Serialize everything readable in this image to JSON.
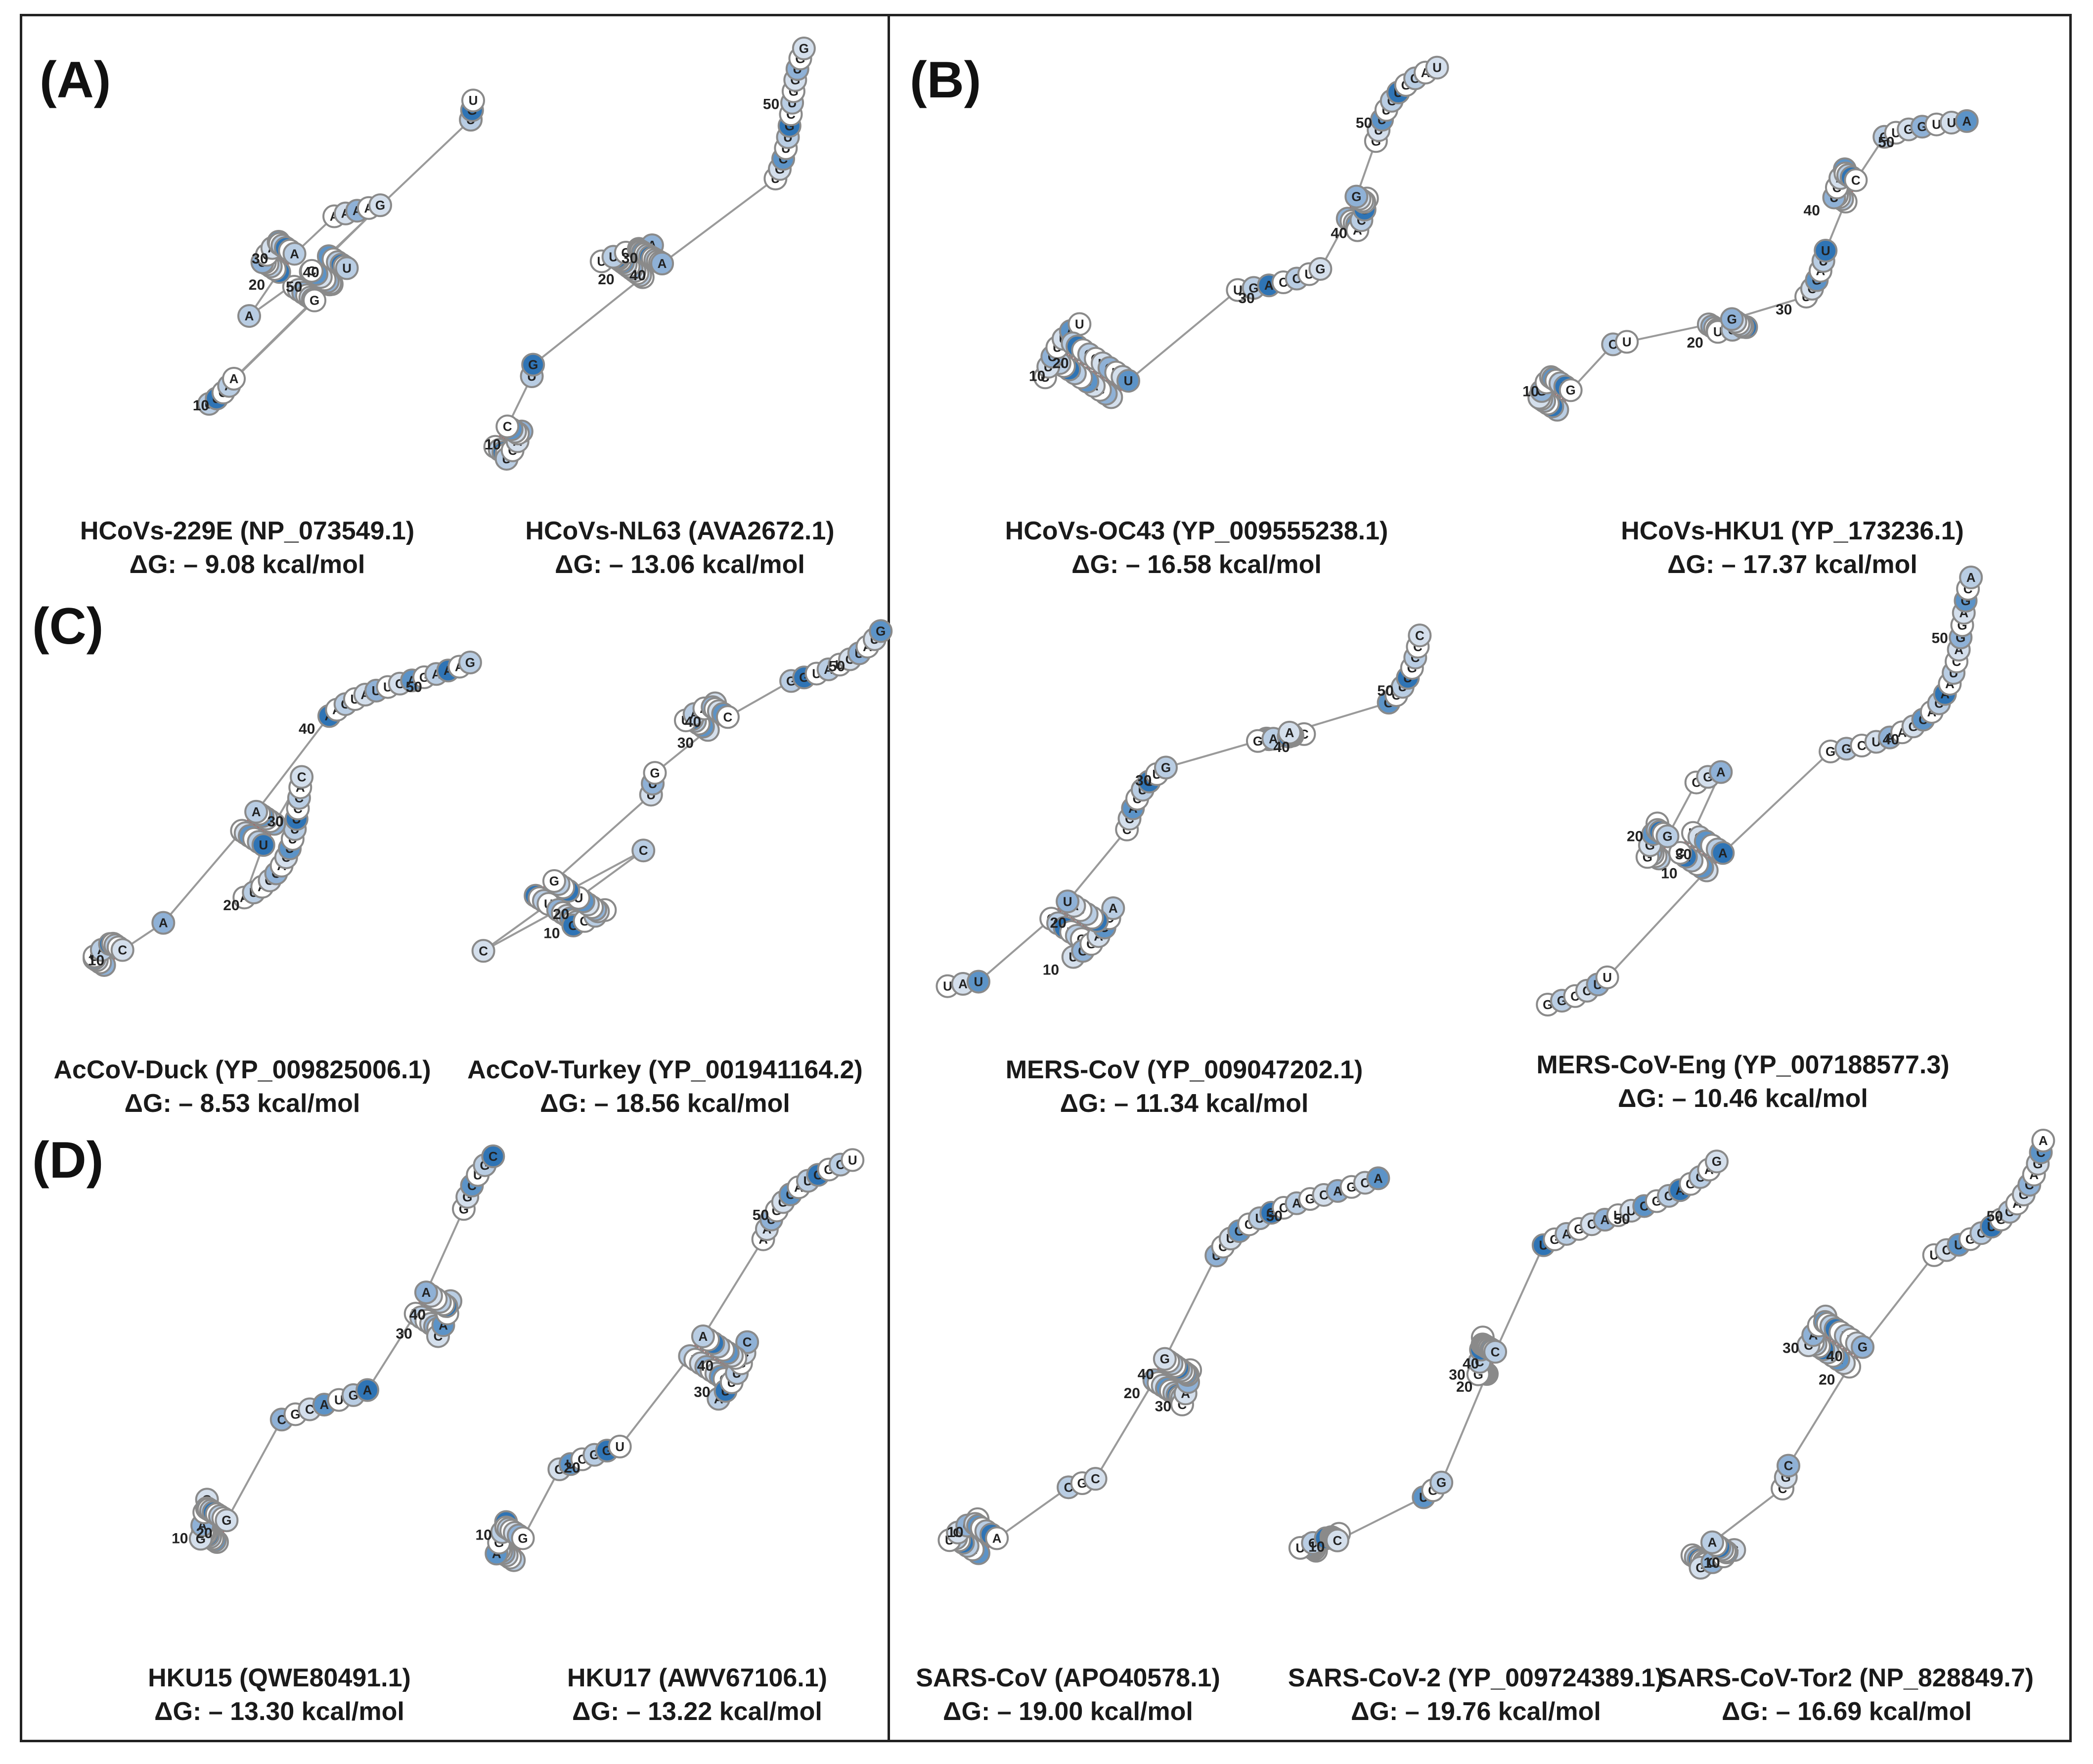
{
  "panels": [
    {
      "id": "A",
      "label": "(A)"
    },
    {
      "id": "B",
      "label": "(B)"
    },
    {
      "id": "C",
      "label": "(C)"
    },
    {
      "id": "D",
      "label": "(D)"
    }
  ],
  "structures": [
    {
      "key": "hcov_229e",
      "name": "HCoVs-229E (NP_073549.1)",
      "dg": "ΔG: – 9.08 kcal/mol"
    },
    {
      "key": "hcov_nl63",
      "name": "HCoVs-NL63 (AVA2672.1)",
      "dg": "ΔG: – 13.06 kcal/mol"
    },
    {
      "key": "hcov_oc43",
      "name": "HCoVs-OC43 (YP_009555238.1)",
      "dg": "ΔG: – 16.58 kcal/mol"
    },
    {
      "key": "hcov_hku1",
      "name": "HCoVs-HKU1 (YP_173236.1)",
      "dg": "ΔG: – 17.37 kcal/mol"
    },
    {
      "key": "accov_duck",
      "name": "AcCoV-Duck (YP_009825006.1)",
      "dg": "ΔG: – 8.53 kcal/mol"
    },
    {
      "key": "accov_turkey",
      "name": "AcCoV-Turkey (YP_001941164.2)",
      "dg": "ΔG: – 18.56 kcal/mol"
    },
    {
      "key": "mers",
      "name": "MERS-CoV (YP_009047202.1)",
      "dg": "ΔG: – 11.34 kcal/mol"
    },
    {
      "key": "mers_eng",
      "name": "MERS-CoV-Eng (YP_007188577.3)",
      "dg": "ΔG: – 10.46 kcal/mol"
    },
    {
      "key": "hku15",
      "name": "HKU15 (QWE80491.1)",
      "dg": "ΔG: – 13.30 kcal/mol"
    },
    {
      "key": "hku17",
      "name": "HKU17 (AWV67106.1)",
      "dg": "ΔG: – 13.22 kcal/mol"
    },
    {
      "key": "sars",
      "name": "SARS-CoV (APO40578.1)",
      "dg": "ΔG: – 19.00 kcal/mol"
    },
    {
      "key": "sars2",
      "name": "SARS-CoV-2 (YP_009724389.1)",
      "dg": "ΔG: – 19.76 kcal/mol"
    },
    {
      "key": "sars_tor2",
      "name": "SARS-CoV-Tor2 (NP_828849.7)",
      "dg": "ΔG: – 16.69 kcal/mol"
    }
  ],
  "nucleotide_colors": [
    "#ffffff",
    "#d4dfec",
    "#b9cde3",
    "#8fb1d6",
    "#5c93c7",
    "#2f74b5"
  ],
  "diagram_data": [
    {
      "key": "hcov_229e",
      "seq": "GUUGUCGUUGAAAUUGCUAUCAGCUUACGGCUAAAAAGAUGGUUGAUUGUCUGU",
      "structure": "(((((((.....((((((.(((((....))))).....)))))))))))))",
      "markers": [
        10,
        20,
        30,
        40,
        50
      ]
    },
    {
      "key": "hcov_nl63",
      "seq": "UAUUUCAUGCGCUGUGAUUACCAAUUUCGAUGUAGCUUUAAUGCUUGCUGGUGG",
      "structure": "((((....))))..(((((((((((.....)))))))))))........",
      "markers": [
        10,
        20,
        30,
        40,
        50
      ]
    },
    {
      "key": "hcov_oc43",
      "seq": "UUGAUUGCUAUUCUUAUCCAGGUCUAUUGACCUGGACAACGGCAUGGUUUCUGGAU",
      "structure": "((((((((((.......)))))))))).......((((....))))",
      "markers": [
        10,
        20,
        30,
        40,
        50
      ]
    },
    {
      "key": "hcov_hku1",
      "seq": "CCAGUUGCUCAUUGCUGGCGUUUAUAUCGUCGAUUUGAAUCAAGGCCGUGGUUA",
      "structure": "((((((..))))))..(((((...)))))......((((....))))",
      "markers": [
        10,
        20,
        30,
        40,
        50
      ]
    },
    {
      "key": "accov_duck",
      "seq": "AAUUGAAUUCCAAGGCUUAUAGCACUUUUCCACACGAUAAACUAUUCAGAAAG",
      "structure": "((((...)))).((((((...............)))))).....",
      "markers": [
        10,
        20,
        30,
        40,
        50
      ]
    },
    {
      "key": "accov_turkey",
      "seq": "GAUUCACGCCUGGUCAUCGUUCUUGGUUGCCACGUAAUCUUGCGGUAUCUAUG",
      "structure": "((((.((((((....)))))).))))...(((((....)))))",
      "markers": [
        10,
        20,
        30,
        40,
        50
      ]
    },
    {
      "key": "mers",
      "seq": "UAUCGCUAGUGGAUCAAUUUAUCCACUGUGGUCUUAGACCACAGUAGCUUGCCC",
      "structure": "...((((((.......))))))........((((((....))))))...",
      "markers": [
        10,
        20,
        30,
        40,
        50
      ]
    },
    {
      "key": "mers_eng",
      "seq": "GGCCUUCUCCACCUGAGGUUAUUGCGAUGCCUAGGCUAAGCACAAUCAGGAGCA",
      "structure": "......((((((((((....))))...))))))......",
      "markers": [
        10,
        20,
        30,
        40,
        50
      ]
    },
    {
      "key": "hku15",
      "seq": "CUCUUAUGGAUGCUUGCUGGCGCAUGAUGUAUGCACAUGGUAAGGCUGC",
      "structure": "((((((((....)))))))).......((((((....))))))....",
      "markers": [
        10,
        20,
        30,
        40,
        50
      ]
    },
    {
      "key": "hku17",
      "seq": "UCUCGUAGGCGGUUGGGUCGGUCUGUUUUGAUUUGCCAGUCGGCAAAUGGCAUCGCU",
      "structure": "((((((....))))))......((((((((.......))))))))",
      "markers": [
        10,
        20,
        30,
        40,
        50
      ]
    },
    {
      "key": "sars",
      "seq": "UAGUCUUGCGGUGCCACGCUGAUGACGACAUGUAGGCUUCGUCUGCUGCAGCAGCA",
      "structure": "((((((....))))))...(((((((((....)))))))))......",
      "markers": [
        10,
        20,
        30,
        40,
        50
      ]
    },
    {
      "key": "sars2",
      "seq": "UAGCCUUCUGCACCGCUGGACUACGGACGCUCCAGUUUACCUGAGCAUUCGCAGCAG",
      "structure": "((((((....))))))...(((((((((....)))))))))......",
      "markers": [
        10,
        20,
        30,
        40,
        50
      ]
    },
    {
      "key": "sars_tor2",
      "seq": "UAGUCUGCCGGUGCCACGCUGAUGACGACAUGUAGGCUUCGUCUGCUGCAGCAGCA",
      "structure": "((((((....))))))...(((((((((....)))))))))......",
      "markers": [
        10,
        20,
        30,
        40,
        50
      ]
    }
  ]
}
